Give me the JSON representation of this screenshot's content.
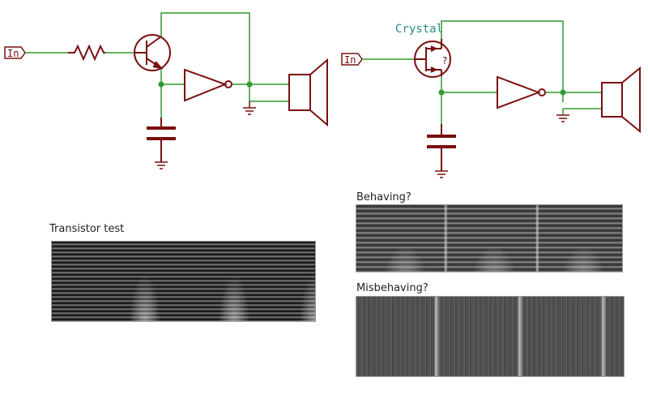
{
  "circuit_left": {
    "input_label": "In"
  },
  "circuit_right": {
    "input_label": "In",
    "component_label": "Crystal",
    "unknown_mark": "?"
  },
  "plots": {
    "left_title": "Transistor test",
    "right_top_title": "Behaving?",
    "right_bottom_title": "Misbehaving?"
  },
  "colors": {
    "wire": "#2e9a2e",
    "component": "#7a1010",
    "label_teal": "#2a8a8a"
  }
}
